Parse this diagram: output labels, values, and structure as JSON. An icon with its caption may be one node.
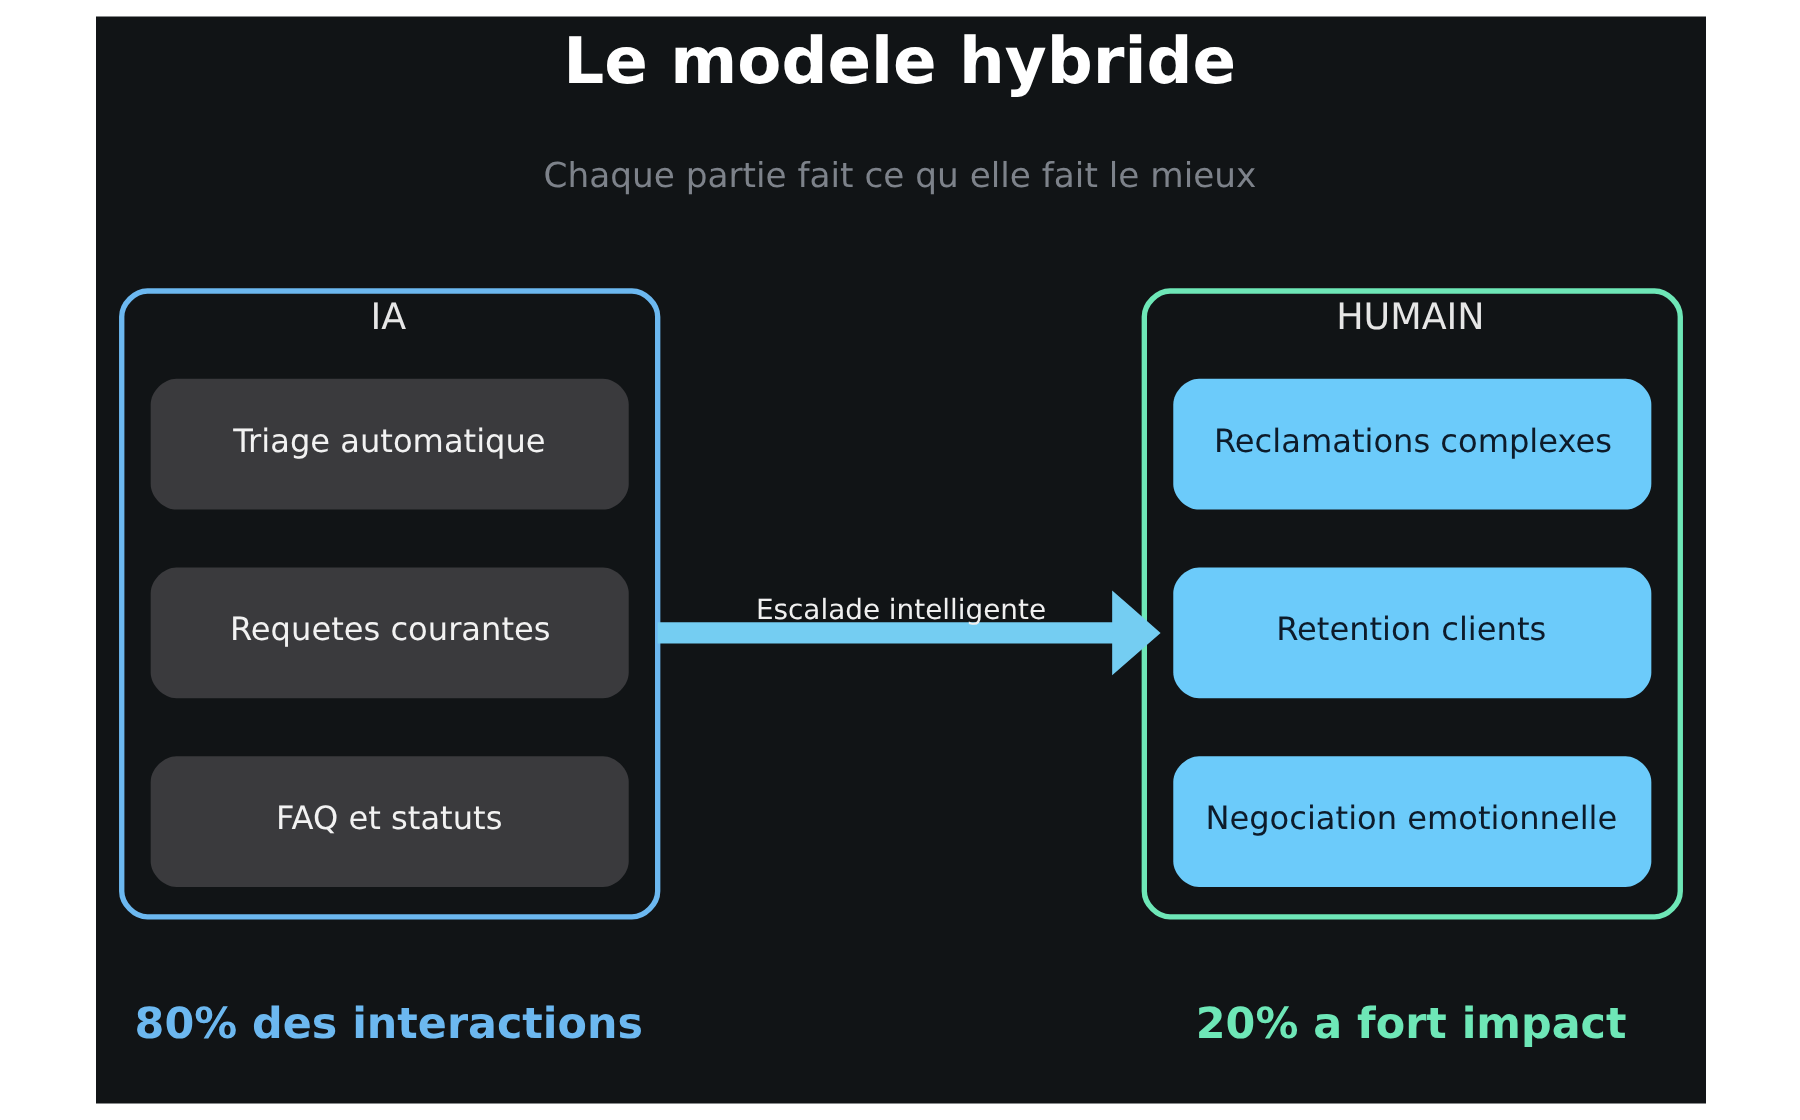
{
  "diagram": {
    "title": "Le modele hybride",
    "nodes": [
      {
        "text": [
          "IA"
        ],
        "beside": [
          "80% des interactions"
        ]
      },
      {
        "text": [
          "Triage automatique"
        ],
        "in": 0
      },
      {
        "text": [
          "Requetes courantes"
        ],
        "in": 0
      },
      {
        "text": [
          "FAQ et statuts"
        ],
        "in": 0
      },
      {
        "text": [
          "HUMAIN"
        ],
        "beside": [
          "20% a fort impact"
        ]
      },
      {
        "text": [
          "Reclamations complexes"
        ],
        "in": 4
      },
      {
        "text": [
          "Retention clients"
        ],
        "in": 4
      },
      {
        "text": [
          "Negociation emotionnelle"
        ],
        "in": 4
      }
    ],
    "edges": [
      {
        "from": 0,
        "to": 4,
        "arrow": "to",
        "label": "Escalade intelligente"
      }
    ],
    "labels": [
      "Chaque partie fait ce qu elle fait le mieux"
    ]
  }
}
